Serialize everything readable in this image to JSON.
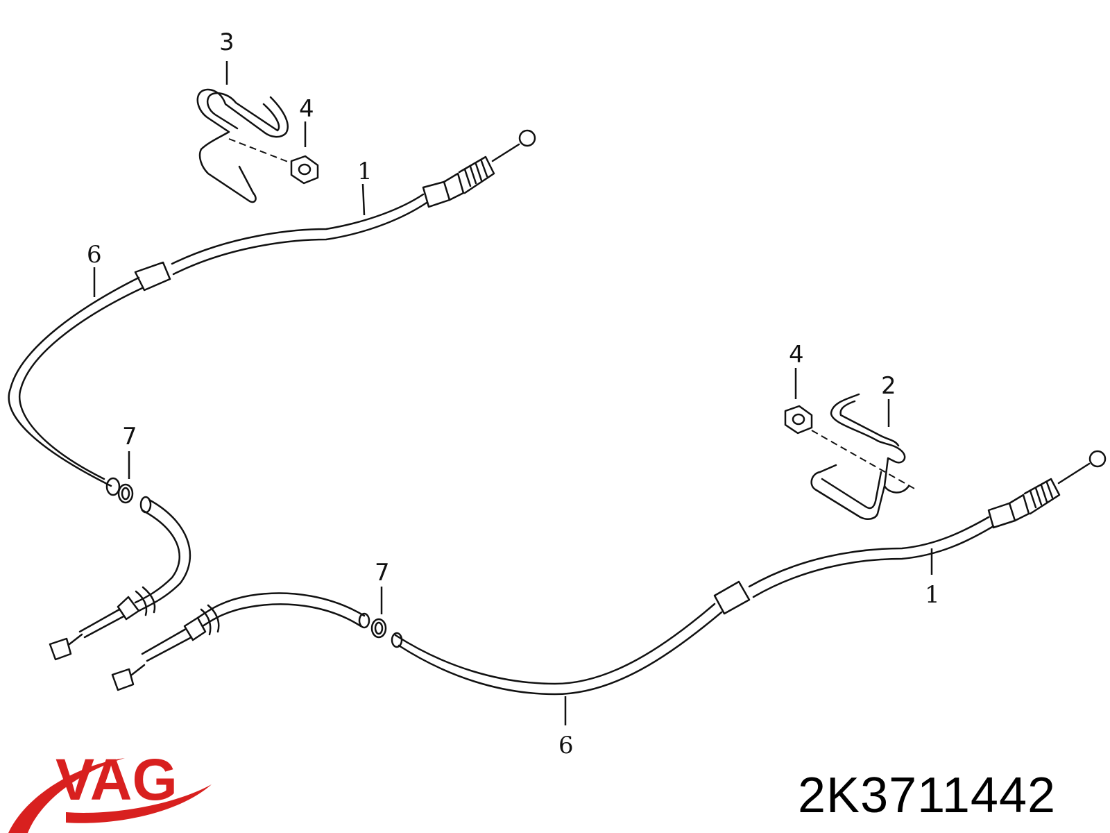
{
  "diagram": {
    "callouts": {
      "cable_a": "1",
      "cable_b": "1",
      "bracket_b": "2",
      "bracket_a": "3",
      "nut_a": "4",
      "nut_b": "4",
      "hose_a": "6",
      "hose_b": "6",
      "ring_a": "7",
      "ring_b": "7"
    }
  },
  "branding": {
    "logo_text": "VAG",
    "logo_color": "#d8201f",
    "part_number": "2K3711442"
  }
}
